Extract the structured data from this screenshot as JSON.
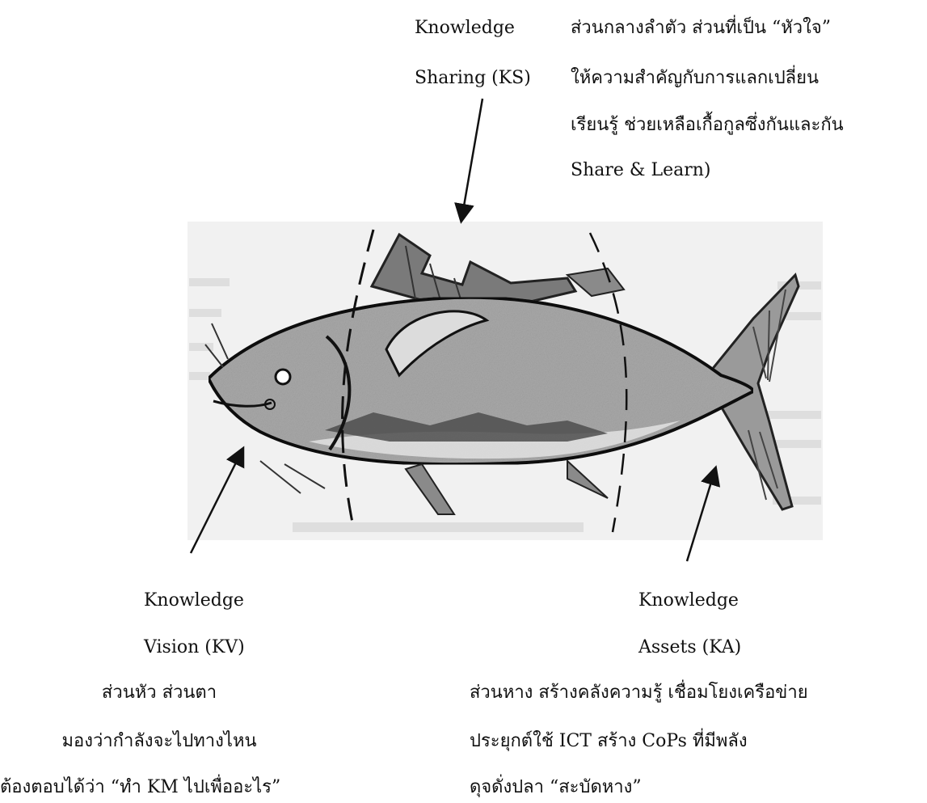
{
  "ks": {
    "label_line1": "Knowledge",
    "label_line2": "Sharing (KS)",
    "desc": [
      "ส่วนกลางลำตัว ส่วนที่เป็น “หัวใจ”",
      "ให้ความสำคัญกับการแลกเปลี่ยน",
      "เรียนรู้ ช่วยเหลือเกื้อกูลซึ่งกันและกัน",
      "Share & Learn)"
    ]
  },
  "kv": {
    "label_line1": "Knowledge",
    "label_line2": "Vision (KV)",
    "desc": [
      "ส่วนหัว ส่วนตา",
      "มองว่ากำลังจะไปทางไหน",
      "ต้องตอบได้ว่า “ทำ KM ไปเพื่ออะไร”"
    ]
  },
  "ka": {
    "label_line1": "Knowledge",
    "label_line2": "Assets (KA)",
    "desc": [
      "ส่วนหาง สร้างคลังความรู้ เชื่อมโยงเครือข่าย",
      "ประยุกต์ใช้ ICT สร้าง CoPs ที่มีพลัง",
      "ดุจดั่งปลา “สะบัดหาง”"
    ]
  },
  "colors": {
    "text": "#111111",
    "fish_body": "#a9a9a9",
    "fish_dark": "#5a5a5a",
    "photo_bg": "#f1f1f1"
  }
}
